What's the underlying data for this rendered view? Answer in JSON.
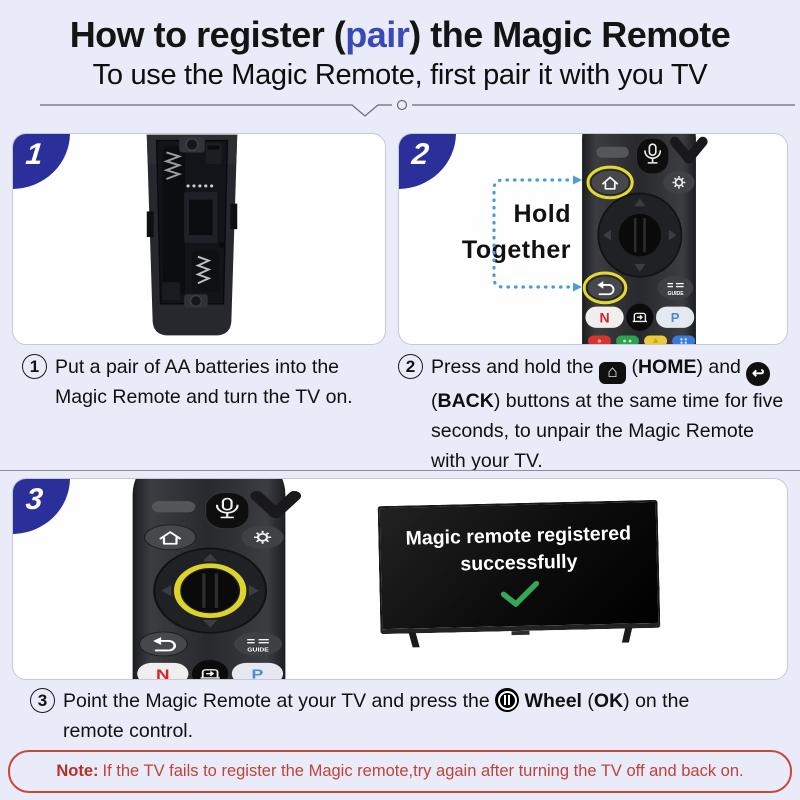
{
  "header": {
    "title_prefix": "How to register (",
    "title_highlight": "pair",
    "title_suffix": ") the Magic Remote",
    "subtitle": "To use the Magic Remote, first pair it with you TV"
  },
  "colors": {
    "accent_blue": "#3a49b8",
    "badge_blue": "#2a2f99",
    "highlight_yellow": "#e5da2e",
    "bracket_blue": "#4b9cd8",
    "check_green": "#33a957",
    "note_red": "#c0392b"
  },
  "icons": {
    "home-icon": "⌂",
    "back-icon": "↩",
    "wheel-icon": "wheel-ring-glyph"
  },
  "steps": [
    {
      "badge": "1",
      "number": "1",
      "caption": [
        {
          "t": "Put a pair of AA batteries into the Magic Remote and turn the TV on."
        }
      ]
    },
    {
      "badge": "2",
      "number": "2",
      "caption": [
        {
          "t": "Press and hold the "
        },
        {
          "icon": "home-icon"
        },
        {
          "t": " ("
        },
        {
          "b": "HOME"
        },
        {
          "t": ") and "
        },
        {
          "icon": "back-icon"
        },
        {
          "t": " ("
        },
        {
          "b": "BACK"
        },
        {
          "t": ") buttons at the same time for five seconds, to unpair the Magic Remote with your TV."
        }
      ]
    },
    {
      "badge": "3",
      "number": "3",
      "caption": [
        {
          "t": "Point the Magic Remote at your TV and press the "
        },
        {
          "icon": "wheel-icon"
        },
        {
          "t": " "
        },
        {
          "b": "Wheel"
        },
        {
          "t": " ("
        },
        {
          "b": "OK"
        },
        {
          "t": ") on the remote control."
        }
      ]
    }
  ],
  "panel2": {
    "hold_line1": "Hold",
    "hold_line2": "Together"
  },
  "remote_labels": {
    "guide": "GUIDE",
    "netflix": "N",
    "prime": "P"
  },
  "tv": {
    "message_line1": "Magic remote registered",
    "message_line2": "successfully"
  },
  "note": {
    "label": "Note:",
    "text": "If the TV fails to register the Magic remote,try again after turning the TV off and back on."
  }
}
